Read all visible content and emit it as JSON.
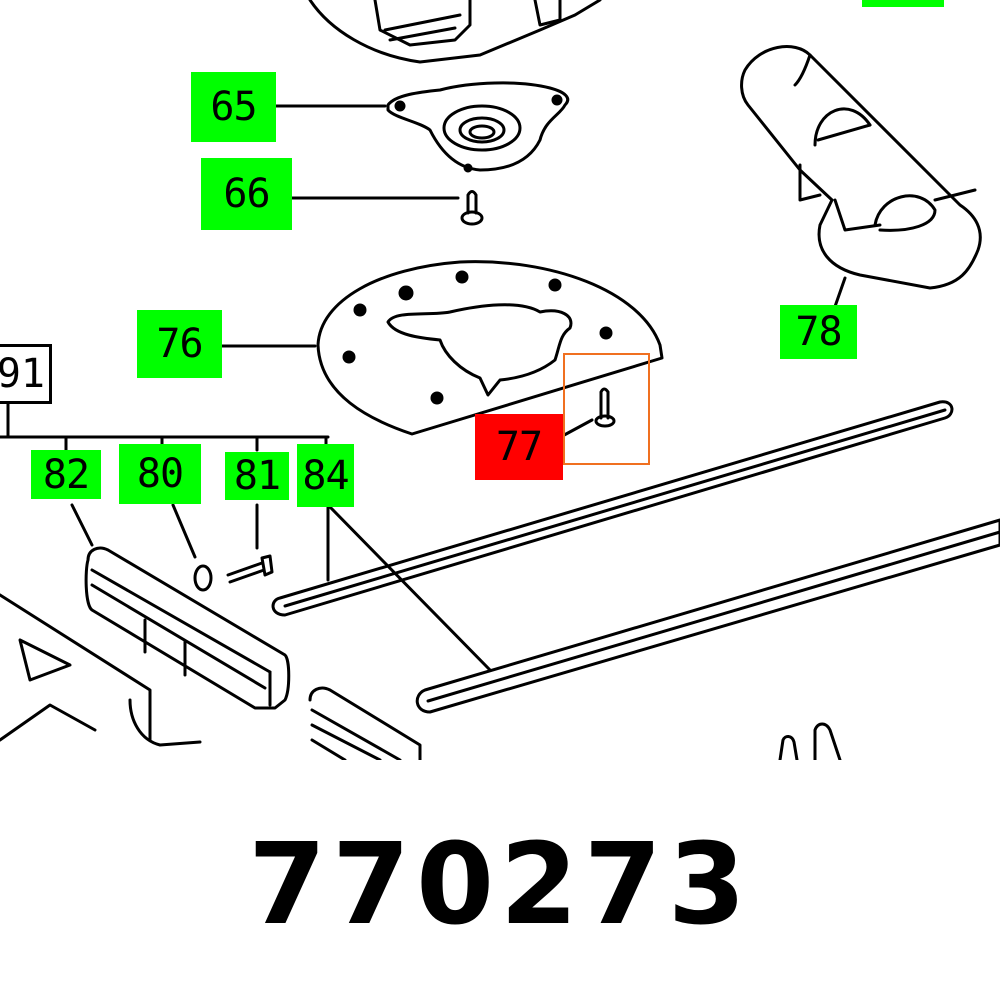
{
  "diagram": {
    "type": "exploded-parts-diagram",
    "callouts": [
      {
        "id": "65",
        "label": "65",
        "color": "#00ff00",
        "highlighted": false
      },
      {
        "id": "66",
        "label": "66",
        "color": "#00ff00",
        "highlighted": false
      },
      {
        "id": "76",
        "label": "76",
        "color": "#00ff00",
        "highlighted": false
      },
      {
        "id": "77",
        "label": "77",
        "color": "#ff0000",
        "highlighted": true
      },
      {
        "id": "78",
        "label": "78",
        "color": "#00ff00",
        "highlighted": false
      },
      {
        "id": "82",
        "label": "82",
        "color": "#00ff00",
        "highlighted": false
      },
      {
        "id": "80",
        "label": "80",
        "color": "#00ff00",
        "highlighted": false
      },
      {
        "id": "81",
        "label": "81",
        "color": "#00ff00",
        "highlighted": false
      },
      {
        "id": "84",
        "label": "84",
        "color": "#00ff00",
        "highlighted": false
      }
    ],
    "group_label": "91",
    "selection_box_color": "#f07020"
  },
  "part_number": "770273"
}
